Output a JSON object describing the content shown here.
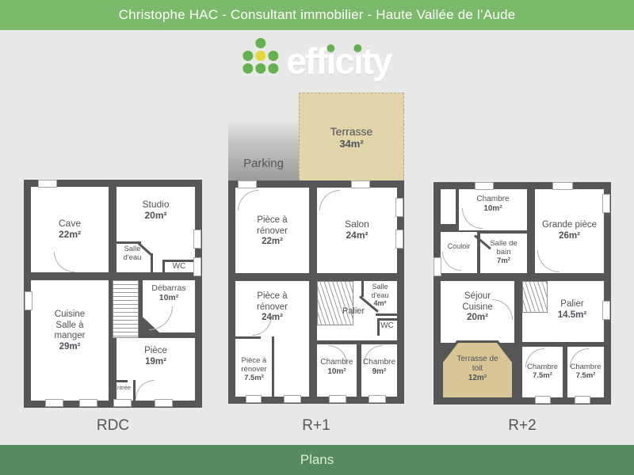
{
  "header": {
    "title": "Christophe HAC - Consultant immobilier - Haute Vallée de l’Aude"
  },
  "logo": {
    "brand": "efficity",
    "letters": {
      "p1": "eff",
      "i1": "i",
      "p2": "c",
      "i2": "i",
      "p3": "ty"
    }
  },
  "footer": {
    "label": "Plans"
  },
  "colors": {
    "banner_green": "#7cba6b",
    "footer_green": "#568b61",
    "logo_green": "#63b24f",
    "logo_yellow": "#e6d93a",
    "wall": "#565659",
    "terrace_tan": "#e2d4ab",
    "roof_terrace_tan": "#d8c795",
    "bg": "#e9e9e9",
    "text": "#4e5156"
  },
  "plans": {
    "rdc": {
      "label": "RDC",
      "rooms": [
        {
          "name": "Cave",
          "area": "22m²"
        },
        {
          "name": "Studio",
          "area": "20m²"
        },
        {
          "name": "Salle d'eau",
          "area": ""
        },
        {
          "name": "WC",
          "area": ""
        },
        {
          "name": "Débarras",
          "area": "10m²"
        },
        {
          "name": "Cuisine Salle à manger",
          "area": "29m²"
        },
        {
          "name": "Pièce",
          "area": "19m²"
        },
        {
          "name": "Entrée",
          "area": ""
        }
      ]
    },
    "r1": {
      "label": "R+1",
      "outdoor": [
        {
          "name": "Parking",
          "area": ""
        },
        {
          "name": "Terrasse",
          "area": "34m²"
        }
      ],
      "rooms": [
        {
          "name": "Pièce à rénover",
          "area": "22m²"
        },
        {
          "name": "Salon",
          "area": "24m²"
        },
        {
          "name": "Pièce à rénover",
          "area": "24m²"
        },
        {
          "name": "Pièce à rénover",
          "area": "7.5m²"
        },
        {
          "name": "Salle d'eau",
          "area": "4m²"
        },
        {
          "name": "Palier",
          "area": ""
        },
        {
          "name": "WC",
          "area": ""
        },
        {
          "name": "Chambre",
          "area": "10m²"
        },
        {
          "name": "Chambre",
          "area": "9m²"
        }
      ]
    },
    "r2": {
      "label": "R+2",
      "rooms": [
        {
          "name": "Chambre",
          "area": "10m²"
        },
        {
          "name": "Couloir",
          "area": ""
        },
        {
          "name": "Salle de bain",
          "area": "7m²"
        },
        {
          "name": "Grande pièce",
          "area": "26m²"
        },
        {
          "name": "Séjour Cuisine",
          "area": "20m²"
        },
        {
          "name": "Palier",
          "area": "14.5m²"
        },
        {
          "name": "Terrasse de toit",
          "area": "12m²"
        },
        {
          "name": "Chambre",
          "area": "7.5m²"
        },
        {
          "name": "Chambre",
          "area": "7.5m²"
        }
      ]
    }
  }
}
